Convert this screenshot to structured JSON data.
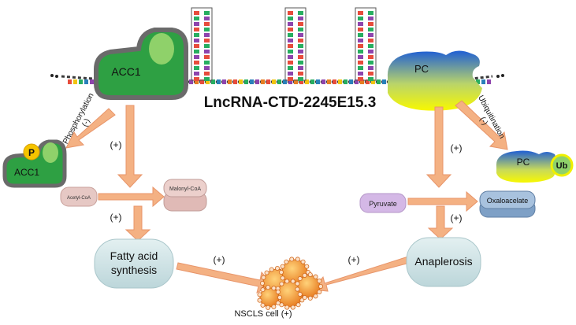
{
  "title": "LncRNA-CTD-2245E15.3",
  "proteins": {
    "acc1": "ACC1",
    "acc1_phospho": "ACC1",
    "phospho_tag": "P",
    "pc": "PC",
    "pc_ub": "PC",
    "ub_tag": "Ub"
  },
  "processes": {
    "phosphorylation": "Phosphorylation",
    "phosphorylation_sign": "(-)",
    "ubiquitination": "Ubiquitination",
    "ubiquitination_sign": "(-)"
  },
  "metabolites": {
    "acetyl_coa": "Acetyl-CoA",
    "malonyl_coa": "Malonyl-CoA",
    "pyruvate": "Pyruvate",
    "oxaloacetate": "Oxaloacelate"
  },
  "outcomes": {
    "fatty_acid_line1": "Fatty acid",
    "fatty_acid_line2": "synthesis",
    "anaplerosis": "Anaplerosis",
    "cell": "NSCLS cell (+)"
  },
  "signs": {
    "acc1_to_malonyl": "(+)",
    "acetyl_to_fatty": "(+)",
    "fatty_to_cell": "(+)",
    "pc_to_oxalo": "(+)",
    "pyruvate_to_anaplerosis": "(+)",
    "anaplerosis_to_cell": "(+)"
  },
  "colors": {
    "arrow": "#f4b183",
    "arrow_stroke": "#e8956a",
    "acc1_green": "#2ea043",
    "acc1_light": "#8fd16a",
    "acc1_border": "#5a5a5a",
    "pc_blue": "#2f6fd0",
    "pc_yellow": "#f4f400",
    "pill": "#cfe3e6",
    "acetyl": "#e8c4c0",
    "pyruvate": "#d4b8e6",
    "oxalo": "#9ab8d8",
    "cell": "#f59a3a"
  }
}
